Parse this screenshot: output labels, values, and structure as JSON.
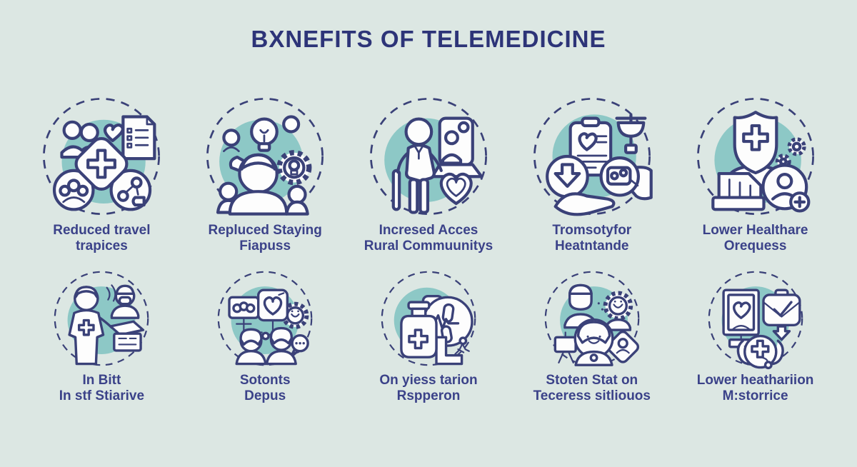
{
  "title": "BXNEFITS OF TELEMEDICINE",
  "colors": {
    "background": "#dce7e3",
    "accent_teal": "#8dc8c6",
    "line_navy": "#3a4178",
    "caption_text": "#3b4289",
    "title_text": "#2d3478"
  },
  "items": [
    {
      "icon": "travel-expenses-icon",
      "line1": "Reduced travel",
      "line2": "trapices"
    },
    {
      "icon": "staying-focus-icon",
      "line1": "Repluced Staying",
      "line2": "Fiapuss"
    },
    {
      "icon": "rural-access-icon",
      "line1": "Incresed Acces",
      "line2": "Rural Commuunitys"
    },
    {
      "icon": "savings-hand-icon",
      "line1": "Tromsotyfor",
      "line2": "Heatntande"
    },
    {
      "icon": "healthcare-cost-icon",
      "line1": "Lower Healthare",
      "line2": "Orequess"
    },
    {
      "icon": "home-care-icon",
      "line1": "In Bitt",
      "line2": "In stf Stiarive"
    },
    {
      "icon": "consultation-icon",
      "line1": "Sotonts",
      "line2": "Depus"
    },
    {
      "icon": "medication-ecg-icon",
      "line1": "On yiess tarion",
      "line2": "Rspperon"
    },
    {
      "icon": "staff-team-icon",
      "line1": "Stoten Stat on",
      "line2": "Teceress sitliouos"
    },
    {
      "icon": "records-check-icon",
      "line1": "Lower heathariion",
      "line2": "M:storrice"
    }
  ]
}
